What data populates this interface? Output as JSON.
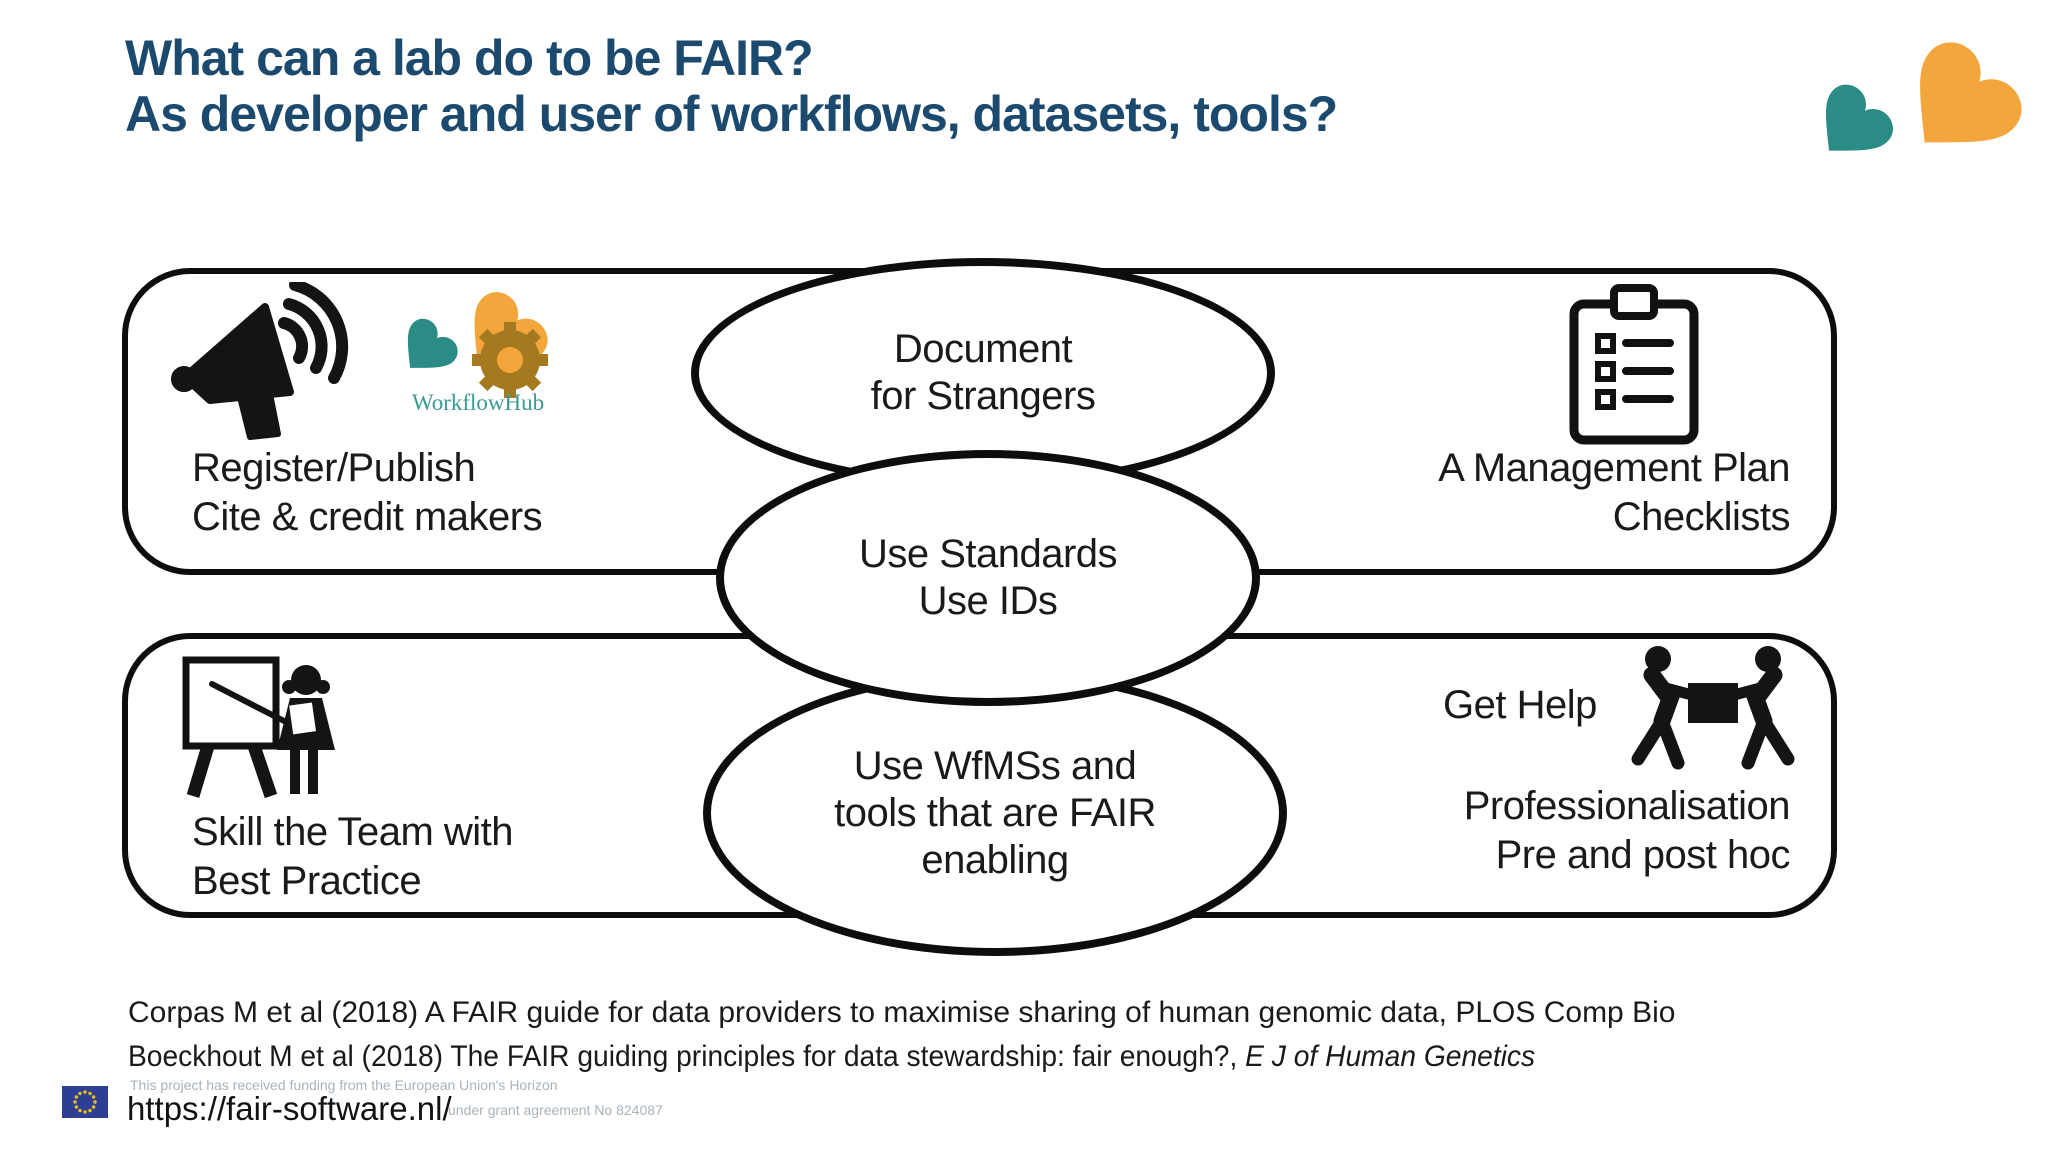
{
  "title": {
    "line1": "What can a lab do to be FAIR?",
    "line2": "As developer and user of workflows, datasets, tools?"
  },
  "boxes": {
    "register": {
      "line1": "Register/Publish",
      "line2": "Cite & credit makers",
      "workflowhub_label": "WorkflowHub"
    },
    "management": {
      "line1": "A Management Plan",
      "line2": "Checklists"
    },
    "skill": {
      "line1": "Skill the Team with",
      "line2": "Best Practice"
    },
    "help": {
      "get_help": "Get Help",
      "line1": "Professionalisation",
      "line2": "Pre and post hoc"
    }
  },
  "ellipses": {
    "top": {
      "line1": "Document",
      "line2": "for Strangers"
    },
    "middle": {
      "line1": "Use Standards",
      "line2": "Use IDs"
    },
    "bottom": {
      "line1": "Use WfMSs and",
      "line2": "tools that are FAIR",
      "line3": "enabling"
    }
  },
  "footer": {
    "citation1": "Corpas M et al (2018) A FAIR guide for data providers to maximise sharing of human genomic data, PLOS Comp Bio",
    "citation2": "Boeckhout M et al (2018) The FAIR guiding principles for data stewardship: fair enough?, ",
    "citation2_source": "E J of Human Genetics",
    "url": "https://fair-software.nl/",
    "funding_line1": "This project has received funding from the European Union's Horizon",
    "funding_line2": "under grant agreement No 824087"
  },
  "icons": {
    "megaphone": "megaphone-icon",
    "workflowhub": "workflowhub-logo",
    "clipboard": "clipboard-checklist-icon",
    "presenter": "trainer-at-whiteboard-icon",
    "carry_box": "two-people-carrying-box-icon",
    "hearts": "teal-orange-hearts-logo",
    "eu_flag": "eu-flag-icon"
  },
  "colors": {
    "title_blue": "#1c4a6e",
    "teal": "#2a8c85",
    "orange": "#f2a63b",
    "gear": "#a5791f",
    "workflowhub_text": "#3b9a93",
    "eu_blue": "#2d3e94",
    "funding_gray": "#a9b3ba",
    "ink": "#141414"
  }
}
